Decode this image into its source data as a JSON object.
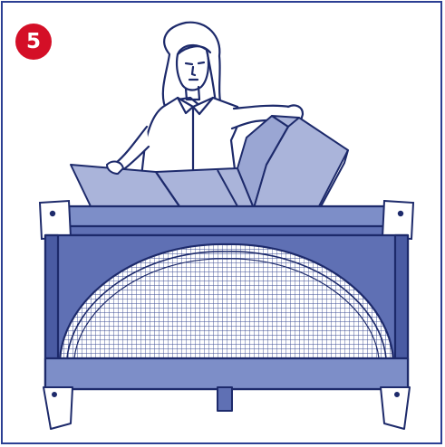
{
  "step": {
    "number": "5"
  },
  "colors": {
    "frame": "#2b3f93",
    "badge": "#d40f27",
    "outline": "#1d2a6b",
    "crib_fabric": "#5f70b4",
    "crib_top_rail": "#7d8ec8",
    "mattress": "#aab4da",
    "mesh_grid": "#d8dcef",
    "skin": "#ffffff"
  },
  "icons": {
    "step_badge": "circle-number-badge",
    "illustration": "playpen-mattress-insertion"
  }
}
